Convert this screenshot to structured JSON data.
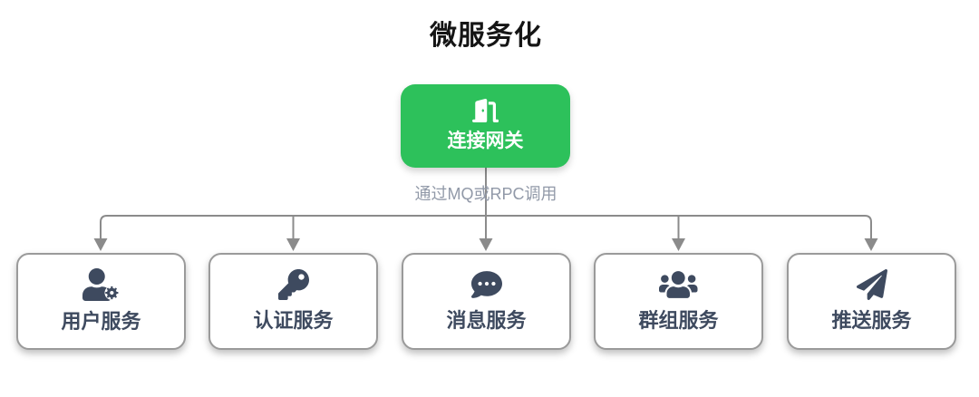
{
  "title": "微服务化",
  "gateway": {
    "label": "连接网关",
    "icon": "door-open-icon"
  },
  "caption": "通过MQ或RPC调用",
  "services": [
    {
      "label": "用户服务",
      "icon": "user-gear-icon"
    },
    {
      "label": "认证服务",
      "icon": "key-icon"
    },
    {
      "label": "消息服务",
      "icon": "comment-dots-icon"
    },
    {
      "label": "群组服务",
      "icon": "users-icon"
    },
    {
      "label": "推送服务",
      "icon": "paper-plane-icon"
    }
  ],
  "colors": {
    "gateway_green": "#2DC15B",
    "connector_gray": "#8B8B8B",
    "node_border": "#9A9A9A",
    "node_text": "#3E4A5F",
    "caption_text": "#9199A8",
    "title_text": "#151515"
  }
}
